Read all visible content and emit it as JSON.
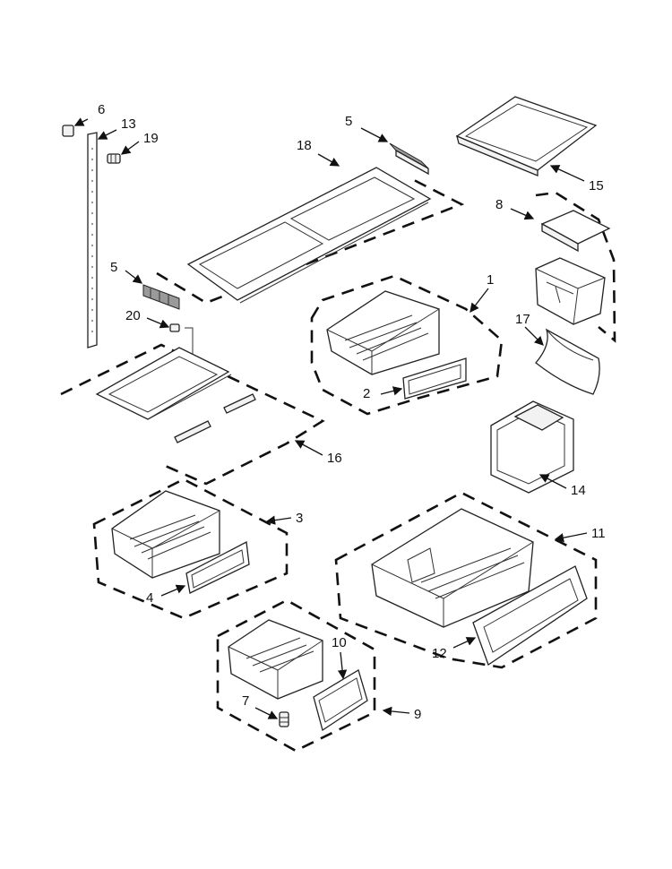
{
  "callouts": {
    "c1": "1",
    "c2": "2",
    "c3": "3",
    "c4": "4",
    "c5a": "5",
    "c5b": "5",
    "c6": "6",
    "c7": "7",
    "c8": "8",
    "c9": "9",
    "c10": "10",
    "c11": "11",
    "c12": "12",
    "c13": "13",
    "c14": "14",
    "c15": "15",
    "c16": "16",
    "c17": "17",
    "c18": "18",
    "c19": "19",
    "c20": "20"
  }
}
